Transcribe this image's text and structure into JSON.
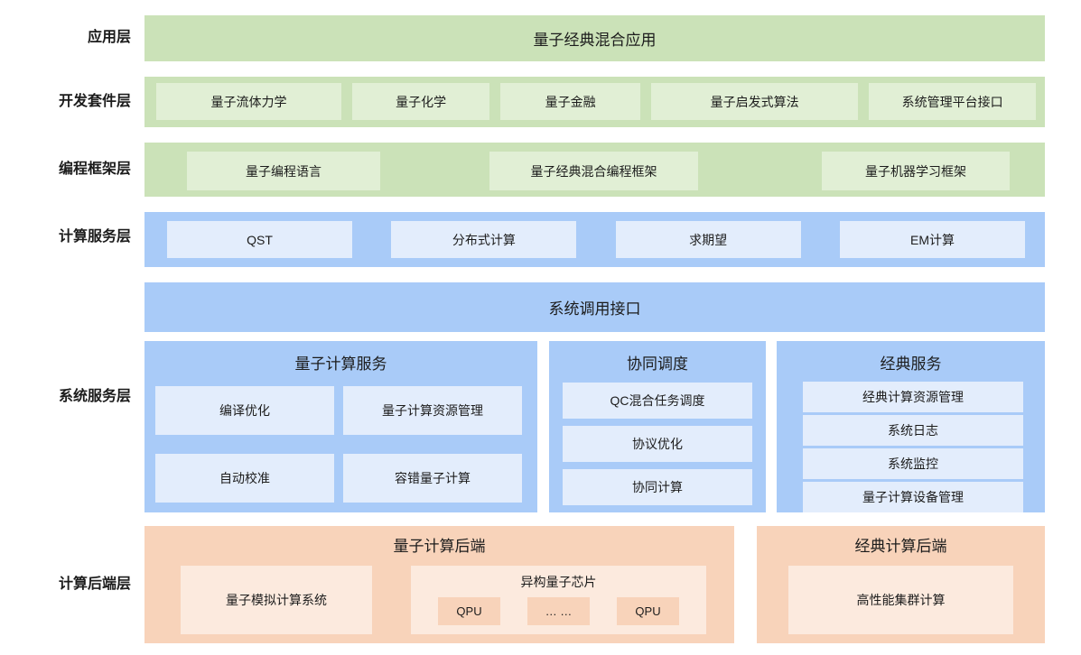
{
  "palette": {
    "green_band": "#cbe2b8",
    "green_box": "#e1efd5",
    "blue_band": "#a9cbf8",
    "blue_box": "#e3edfc",
    "orange_band": "#f8d3ba",
    "orange_box": "#fceade",
    "text": "#1c1c1c"
  },
  "layers": {
    "app": {
      "label": "应用层",
      "band_text": "量子经典混合应用"
    },
    "devkit": {
      "label": "开发套件层",
      "boxes": [
        "量子流体力学",
        "量子化学",
        "量子金融",
        "量子启发式算法",
        "系统管理平台接口"
      ]
    },
    "framework": {
      "label": "编程框架层",
      "boxes": [
        "量子编程语言",
        "量子经典混合编程框架",
        "量子机器学习框架"
      ]
    },
    "service": {
      "label": "计算服务层",
      "boxes": [
        "QST",
        "分布式计算",
        "求期望",
        "EM计算"
      ]
    },
    "syscall": {
      "band_text": "系统调用接口"
    },
    "system": {
      "label": "系统服务层",
      "panels": [
        {
          "title": "量子计算服务",
          "boxes": [
            "编译优化",
            "量子计算资源管理",
            "自动校准",
            "容错量子计算"
          ]
        },
        {
          "title": "协同调度",
          "boxes": [
            "QC混合任务调度",
            "协议优化",
            "协同计算"
          ]
        },
        {
          "title": "经典服务",
          "boxes": [
            "经典计算资源管理",
            "系统日志",
            "系统监控",
            "量子计算设备管理"
          ]
        }
      ]
    },
    "backend": {
      "label": "计算后端层",
      "quantum_panel": {
        "title": "量子计算后端",
        "simulator_box": "量子模拟计算系统",
        "chip_group": {
          "title": "异构量子芯片",
          "chips": [
            "QPU",
            "… …",
            "QPU"
          ]
        }
      },
      "classic_panel": {
        "title": "经典计算后端",
        "box": "高性能集群计算"
      }
    }
  }
}
